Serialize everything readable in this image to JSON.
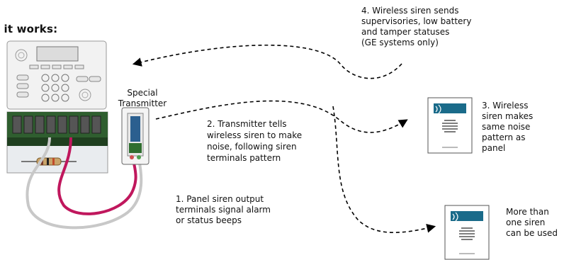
{
  "title": "w it works:",
  "labels": {
    "transmitter": [
      "Special",
      "Transmitter"
    ],
    "step1": [
      "1. Panel siren output",
      "terminals signal alarm",
      "or status beeps"
    ],
    "step2": [
      "2. Transmitter tells",
      "wireless siren to make",
      "noise, following siren",
      "terminals pattern"
    ],
    "step3": [
      "3. Wireless",
      "siren makes",
      "same noise",
      "pattern as",
      "panel"
    ],
    "step4": [
      "4. Wireless siren sends",
      "supervisories, low battery",
      "and tamper statuses",
      "(GE systems only)"
    ],
    "more": [
      "More than",
      "one siren",
      "can be used"
    ]
  },
  "colors": {
    "wire_red": "#c0175d",
    "wire_gray": "#c8c8c8",
    "panel_face": "#f2f2f2",
    "board_green": "#2f5e2f",
    "siren_icon": "#1a6b8a"
  },
  "icons": [
    "keypad-panel",
    "terminal-block",
    "resistor",
    "transmitter-device",
    "wireless-siren"
  ]
}
